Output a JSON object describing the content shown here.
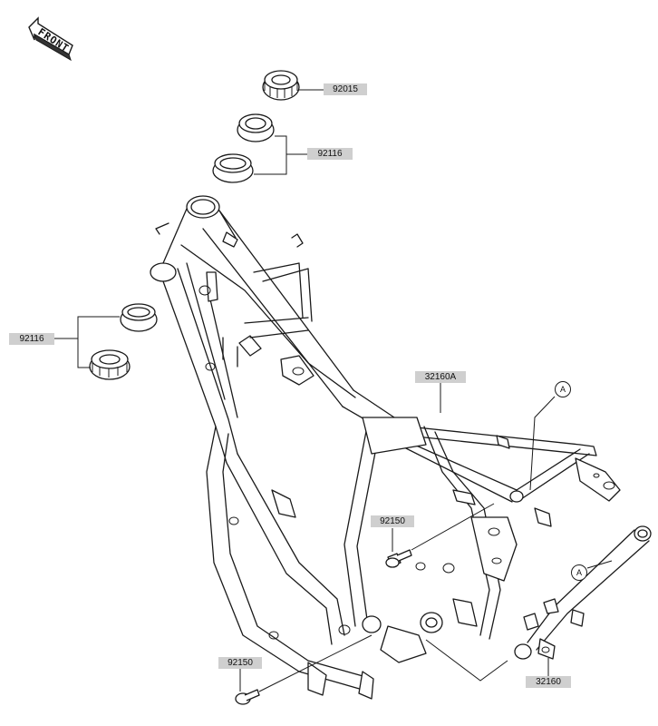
{
  "front_indicator": {
    "text": "FRONT"
  },
  "parts": {
    "p92015": "92015",
    "p92116_top": "92116",
    "p92116_left": "92116",
    "p32160A": "32160A",
    "p92150_mid": "92150",
    "p92150_bottom": "92150",
    "p32160": "32160"
  },
  "reference_markers": {
    "upper": "A",
    "lower": "A"
  }
}
